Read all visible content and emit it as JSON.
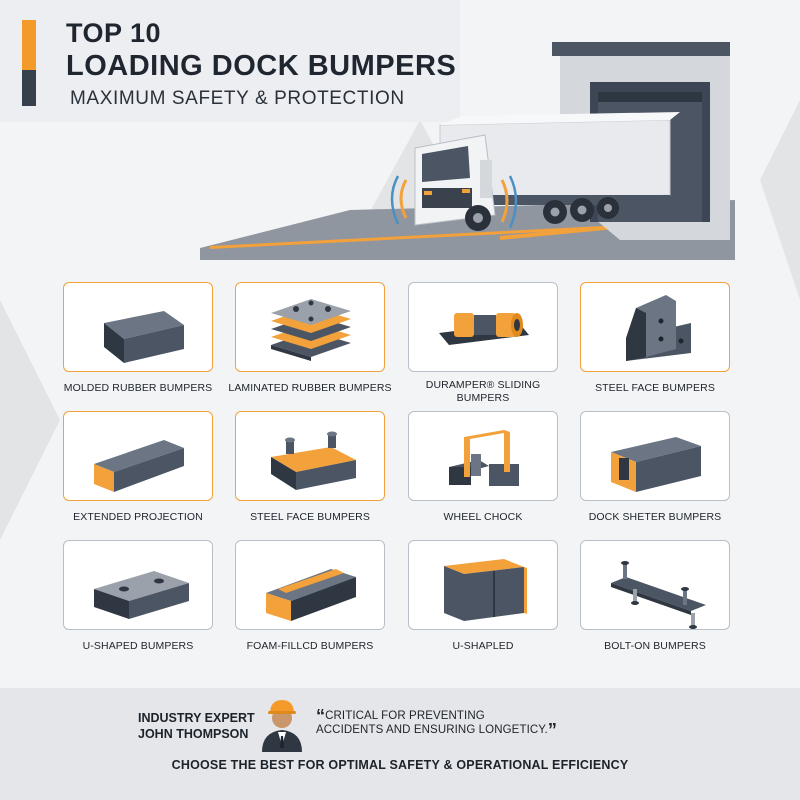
{
  "header": {
    "title_line1": "TOP 10",
    "title_line2": "LOADING DOCK BUMPERS",
    "subtitle": "MAXIMUM SAFETY & PROTECTION"
  },
  "products": [
    {
      "label": "MOLDED RUBBER BUMPERS",
      "icon": "molded-rubber-block-icon",
      "highlight": true
    },
    {
      "label": "LAMINATED RUBBER BUMPERS",
      "icon": "laminated-layers-icon",
      "highlight": true
    },
    {
      "label": "DURAMPER® SLIDING BUMPERS",
      "icon": "sliding-roller-icon",
      "highlight": false
    },
    {
      "label": "STEEL FACE BUMPERS",
      "icon": "steel-face-bracket-icon",
      "highlight": true
    },
    {
      "label": "EXTENDED PROJECTION",
      "icon": "extended-block-icon",
      "highlight": true
    },
    {
      "label": "STEEL FACE BUMPERS",
      "icon": "steel-plate-bolts-icon",
      "highlight": true
    },
    {
      "label": "WHEEL CHOCK",
      "icon": "wheel-chock-icon",
      "highlight": false
    },
    {
      "label": "DOCK SHETER BUMPERS",
      "icon": "dock-shelter-channel-icon",
      "highlight": false
    },
    {
      "label": "U-SHAPED BUMPERS",
      "icon": "u-shaped-plate-icon",
      "highlight": false
    },
    {
      "label": "FOAM-FILLCD BUMPERS",
      "icon": "foam-filled-channel-icon",
      "highlight": false
    },
    {
      "label": "U-SHAPLED",
      "icon": "cube-block-icon",
      "highlight": false
    },
    {
      "label": "BOLT-ON BUMPERS",
      "icon": "bolt-on-rail-icon",
      "highlight": false
    }
  ],
  "expert": {
    "line1": "INDUSTRY EXPERT",
    "line2": "JOHN THOMPSON",
    "quote_line1": "CRITICAL FOR PREVENTING",
    "quote_line2": "ACCIDENTS AND ENSURING LONGETICY."
  },
  "tagline": "CHOOSE THE BEST FOR OPTIMAL SAFETY & OPERATIONAL EFFICIENCY",
  "colors": {
    "accent": "#f39a2b",
    "dark": "#37404d"
  }
}
